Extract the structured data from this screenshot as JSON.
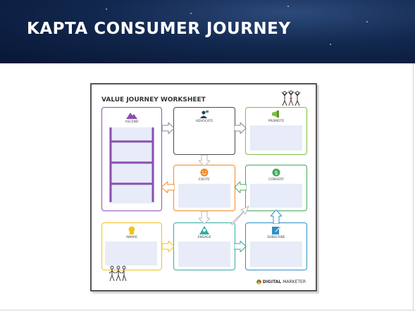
{
  "slide": {
    "title": "KAPTA CONSUMER JOURNEY"
  },
  "worksheet": {
    "title": "VALUE JOURNEY WORKSHEET",
    "stages": {
      "ascend": "ASCEND",
      "advocate": "ADVOCATE",
      "promote": "PROMOTE",
      "excite": "EXCITE",
      "convert": "CONVERT",
      "aware": "AWARE",
      "engage": "ENGAGE",
      "subscribe": "SUBSCRIBE"
    },
    "colors": {
      "ascend": "#8a4fb0",
      "advocate": "#4a4a4a",
      "promote": "#7cc043",
      "excite": "#f08a24",
      "convert": "#45a85a",
      "aware": "#f2c318",
      "engage": "#2fae9f",
      "subscribe": "#2f8fc4"
    },
    "logo": {
      "bold": "DIGITAL",
      "rest": "MARKETER"
    }
  }
}
